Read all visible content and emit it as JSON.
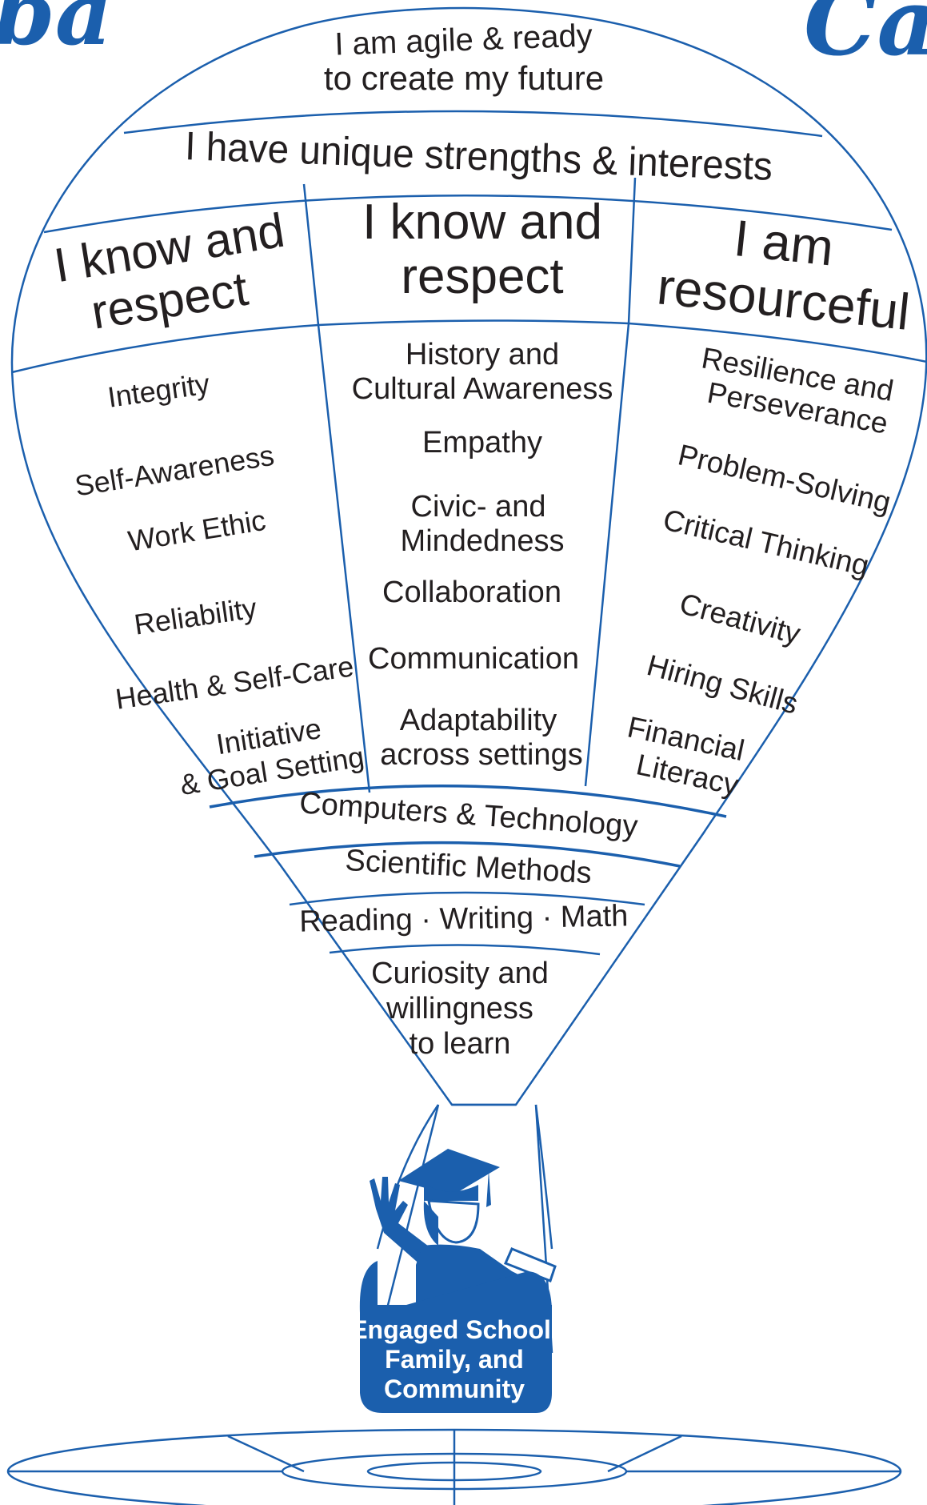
{
  "header": {
    "script_left": "ba",
    "script_right": "Ca"
  },
  "balloon": {
    "crown_text": [
      "I am agile & ready",
      "to create my future"
    ],
    "band_strengths": "I have unique strengths & interests",
    "columns": {
      "left": {
        "heading": [
          "I know and",
          "respect"
        ],
        "items": [
          "Integrity",
          "Self-Awareness",
          "Work Ethic",
          "Reliability",
          "Health & Self-Care",
          "Initiative",
          "& Goal Setting"
        ]
      },
      "middle": {
        "heading": [
          "I know and",
          "respect"
        ],
        "items": [
          "History and",
          "Cultural Awareness",
          "Empathy",
          "Civic- and",
          "Mindedness",
          "Collaboration",
          "Communication",
          "Adaptability",
          "across settings"
        ]
      },
      "right": {
        "heading": [
          "I am",
          "resourceful"
        ],
        "items": [
          "Resilience and",
          "Perseverance",
          "Problem-Solving",
          "Critical Thinking",
          "Creativity",
          "Hiring Skills",
          "Financial",
          "Literacy"
        ]
      }
    },
    "bands": {
      "technology": "Computers & Technology",
      "science": "Scientific Methods",
      "basics": "Reading · Writing · Math",
      "curiosity": [
        "Curiosity and",
        "willingness",
        "to learn"
      ]
    }
  },
  "basket": {
    "label": [
      "Engaged School,",
      "Family, and",
      "Community"
    ]
  },
  "colors": {
    "outline": "#1b5fad",
    "basket_fill": "#1b5fad",
    "text": "#231f20"
  }
}
